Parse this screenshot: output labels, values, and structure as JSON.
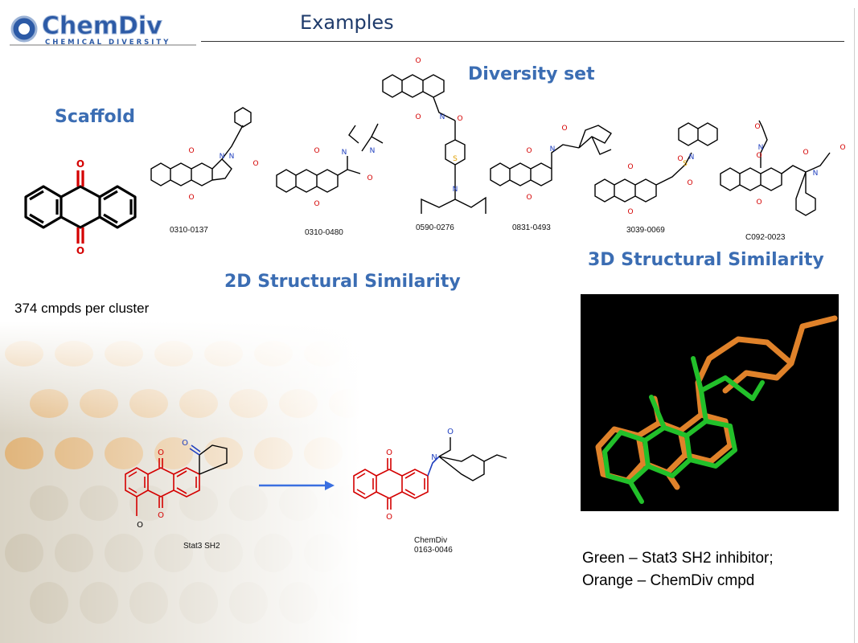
{
  "header": {
    "logo_text": "ChemDiv",
    "logo_subtext": "CHEMICAL DIVERSITY",
    "title": "Examples"
  },
  "sections": {
    "scaffold": "Scaffold",
    "diversity_set": "Diversity set",
    "similarity_2d": "2D Structural Similarity",
    "similarity_3d": "3D Structural Similarity"
  },
  "compounds": [
    "0310-0137",
    "0310-0480",
    "0590-0276",
    "0831-0493",
    "3039-0069",
    "C092-0023"
  ],
  "cluster_note": "374 cmpds per cluster",
  "reaction": {
    "left_label": "Stat3 SH2",
    "right_label_line1": "ChemDiv",
    "right_label_line2": "0163-0046"
  },
  "legend": {
    "line1": "Green – Stat3 SH2 inhibitor;",
    "line2": "Orange – ChemDiv cmpd"
  },
  "colors": {
    "heading": "#3b6db3",
    "oxygen": "#d40000",
    "nitrogen": "#1f3fbf",
    "green_model": "#22c02a",
    "orange_model": "#e0822a"
  }
}
